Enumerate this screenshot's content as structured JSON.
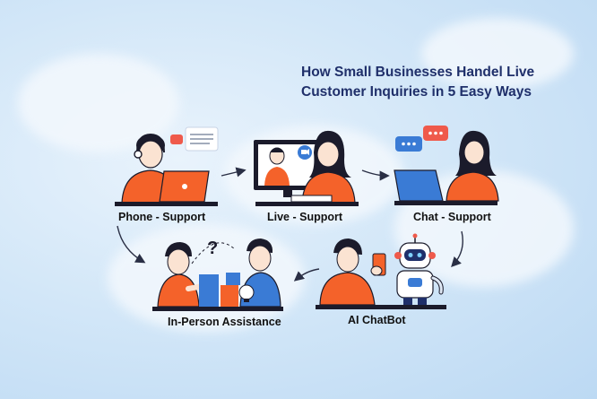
{
  "title": {
    "line1": "How Small Businesses Handel Live",
    "line2": "Customer Inquiries in 5 Easy Ways"
  },
  "steps": [
    {
      "label": "Phone - Support",
      "icon": "headset-agent-icon"
    },
    {
      "label": "Live - Support",
      "icon": "video-call-icon"
    },
    {
      "label": "Chat - Support",
      "icon": "chat-laptop-icon"
    },
    {
      "label": "AI ChatBot",
      "icon": "robot-icon"
    },
    {
      "label": "In-Person Assistance",
      "icon": "two-people-icon"
    }
  ],
  "glyphs": {
    "question": "?"
  },
  "colors": {
    "accent_orange": "#f4622a",
    "laptop_blue": "#3a7bd5",
    "title_navy": "#1f2f6a",
    "speech_red": "#ef5a4b"
  }
}
